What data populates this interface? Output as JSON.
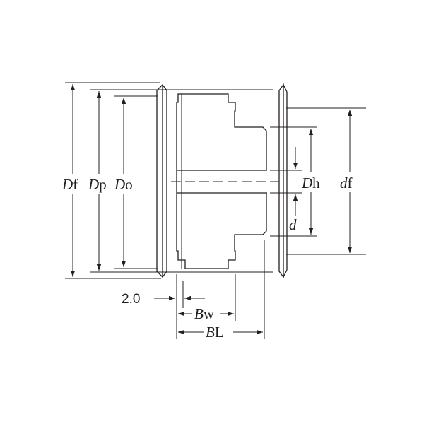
{
  "colors": {
    "hub_fill": "#a9e6e4",
    "line": "#231f20",
    "background": "#ffffff"
  },
  "labels": {
    "Df": {
      "italic": "D",
      "rest": "f"
    },
    "Dp": {
      "italic": "D",
      "rest": "p"
    },
    "Do": {
      "italic": "D",
      "rest": "o"
    },
    "Dh": {
      "italic": "D",
      "rest": "h"
    },
    "df": {
      "italic": "d",
      "rest": "f"
    },
    "d": {
      "italic": "d",
      "rest": ""
    },
    "Bw": {
      "italic": "B",
      "rest": "w"
    },
    "BL": {
      "italic": "B",
      "rest": "L"
    },
    "flange_thickness": "2.0"
  }
}
